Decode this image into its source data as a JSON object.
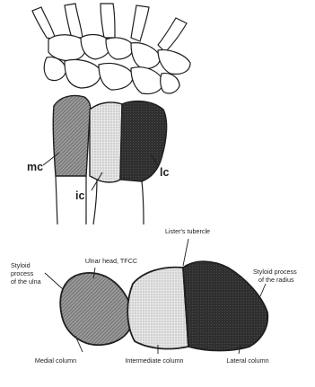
{
  "figure": {
    "top_view": {
      "column_labels": {
        "medial": "mc",
        "intermediate": "ic",
        "lateral": "lc"
      }
    },
    "bottom_view": {
      "labels": {
        "listers_tubercle": "Lister's tubercle",
        "ulnar_head": "Ulnar head, TFCC",
        "ulnar_styloid": [
          "Styloid",
          "process",
          "of the ulna"
        ],
        "radial_styloid": [
          "Styloid process",
          "of the radius"
        ],
        "medial_column": "Medial column",
        "intermediate_column": "Intermediate column",
        "lateral_column": "Lateral column"
      }
    }
  },
  "colors": {
    "ink": "#1f1f1f",
    "medial_fill": "#8f8f8f",
    "intermediate_fill": "#dedede",
    "lateral_fill": "#3a3a3a",
    "background": "#ffffff"
  }
}
